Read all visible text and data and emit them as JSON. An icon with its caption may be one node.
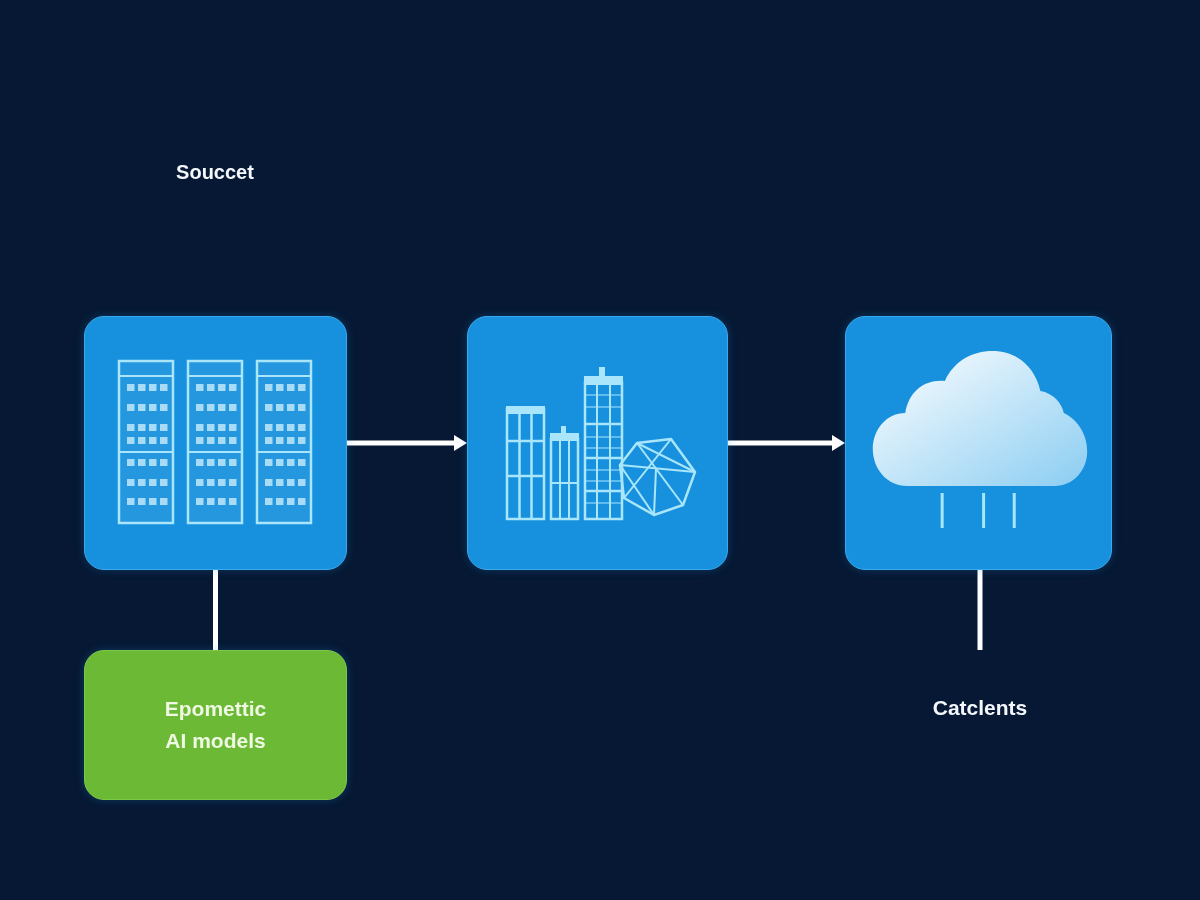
{
  "diagram": {
    "nodes": [
      {
        "text": [],
        "shape": "box"
      },
      {
        "text": [],
        "shape": "box"
      },
      {
        "text": [],
        "shape": "box"
      },
      {
        "text": [
          "Epomettic AI models"
        ]
      },
      {
        "text": [
          "Catclents"
        ]
      }
    ],
    "edges": [
      {
        "from": 0,
        "to": 1,
        "arrow": "to"
      },
      {
        "from": 1,
        "to": 2,
        "arrow": "to"
      },
      {
        "from": 0,
        "to": 3,
        "arrow": "none"
      },
      {
        "from": 2,
        "to": 4,
        "arrow": "none"
      }
    ],
    "labels": [
      "Souccet"
    ]
  }
}
